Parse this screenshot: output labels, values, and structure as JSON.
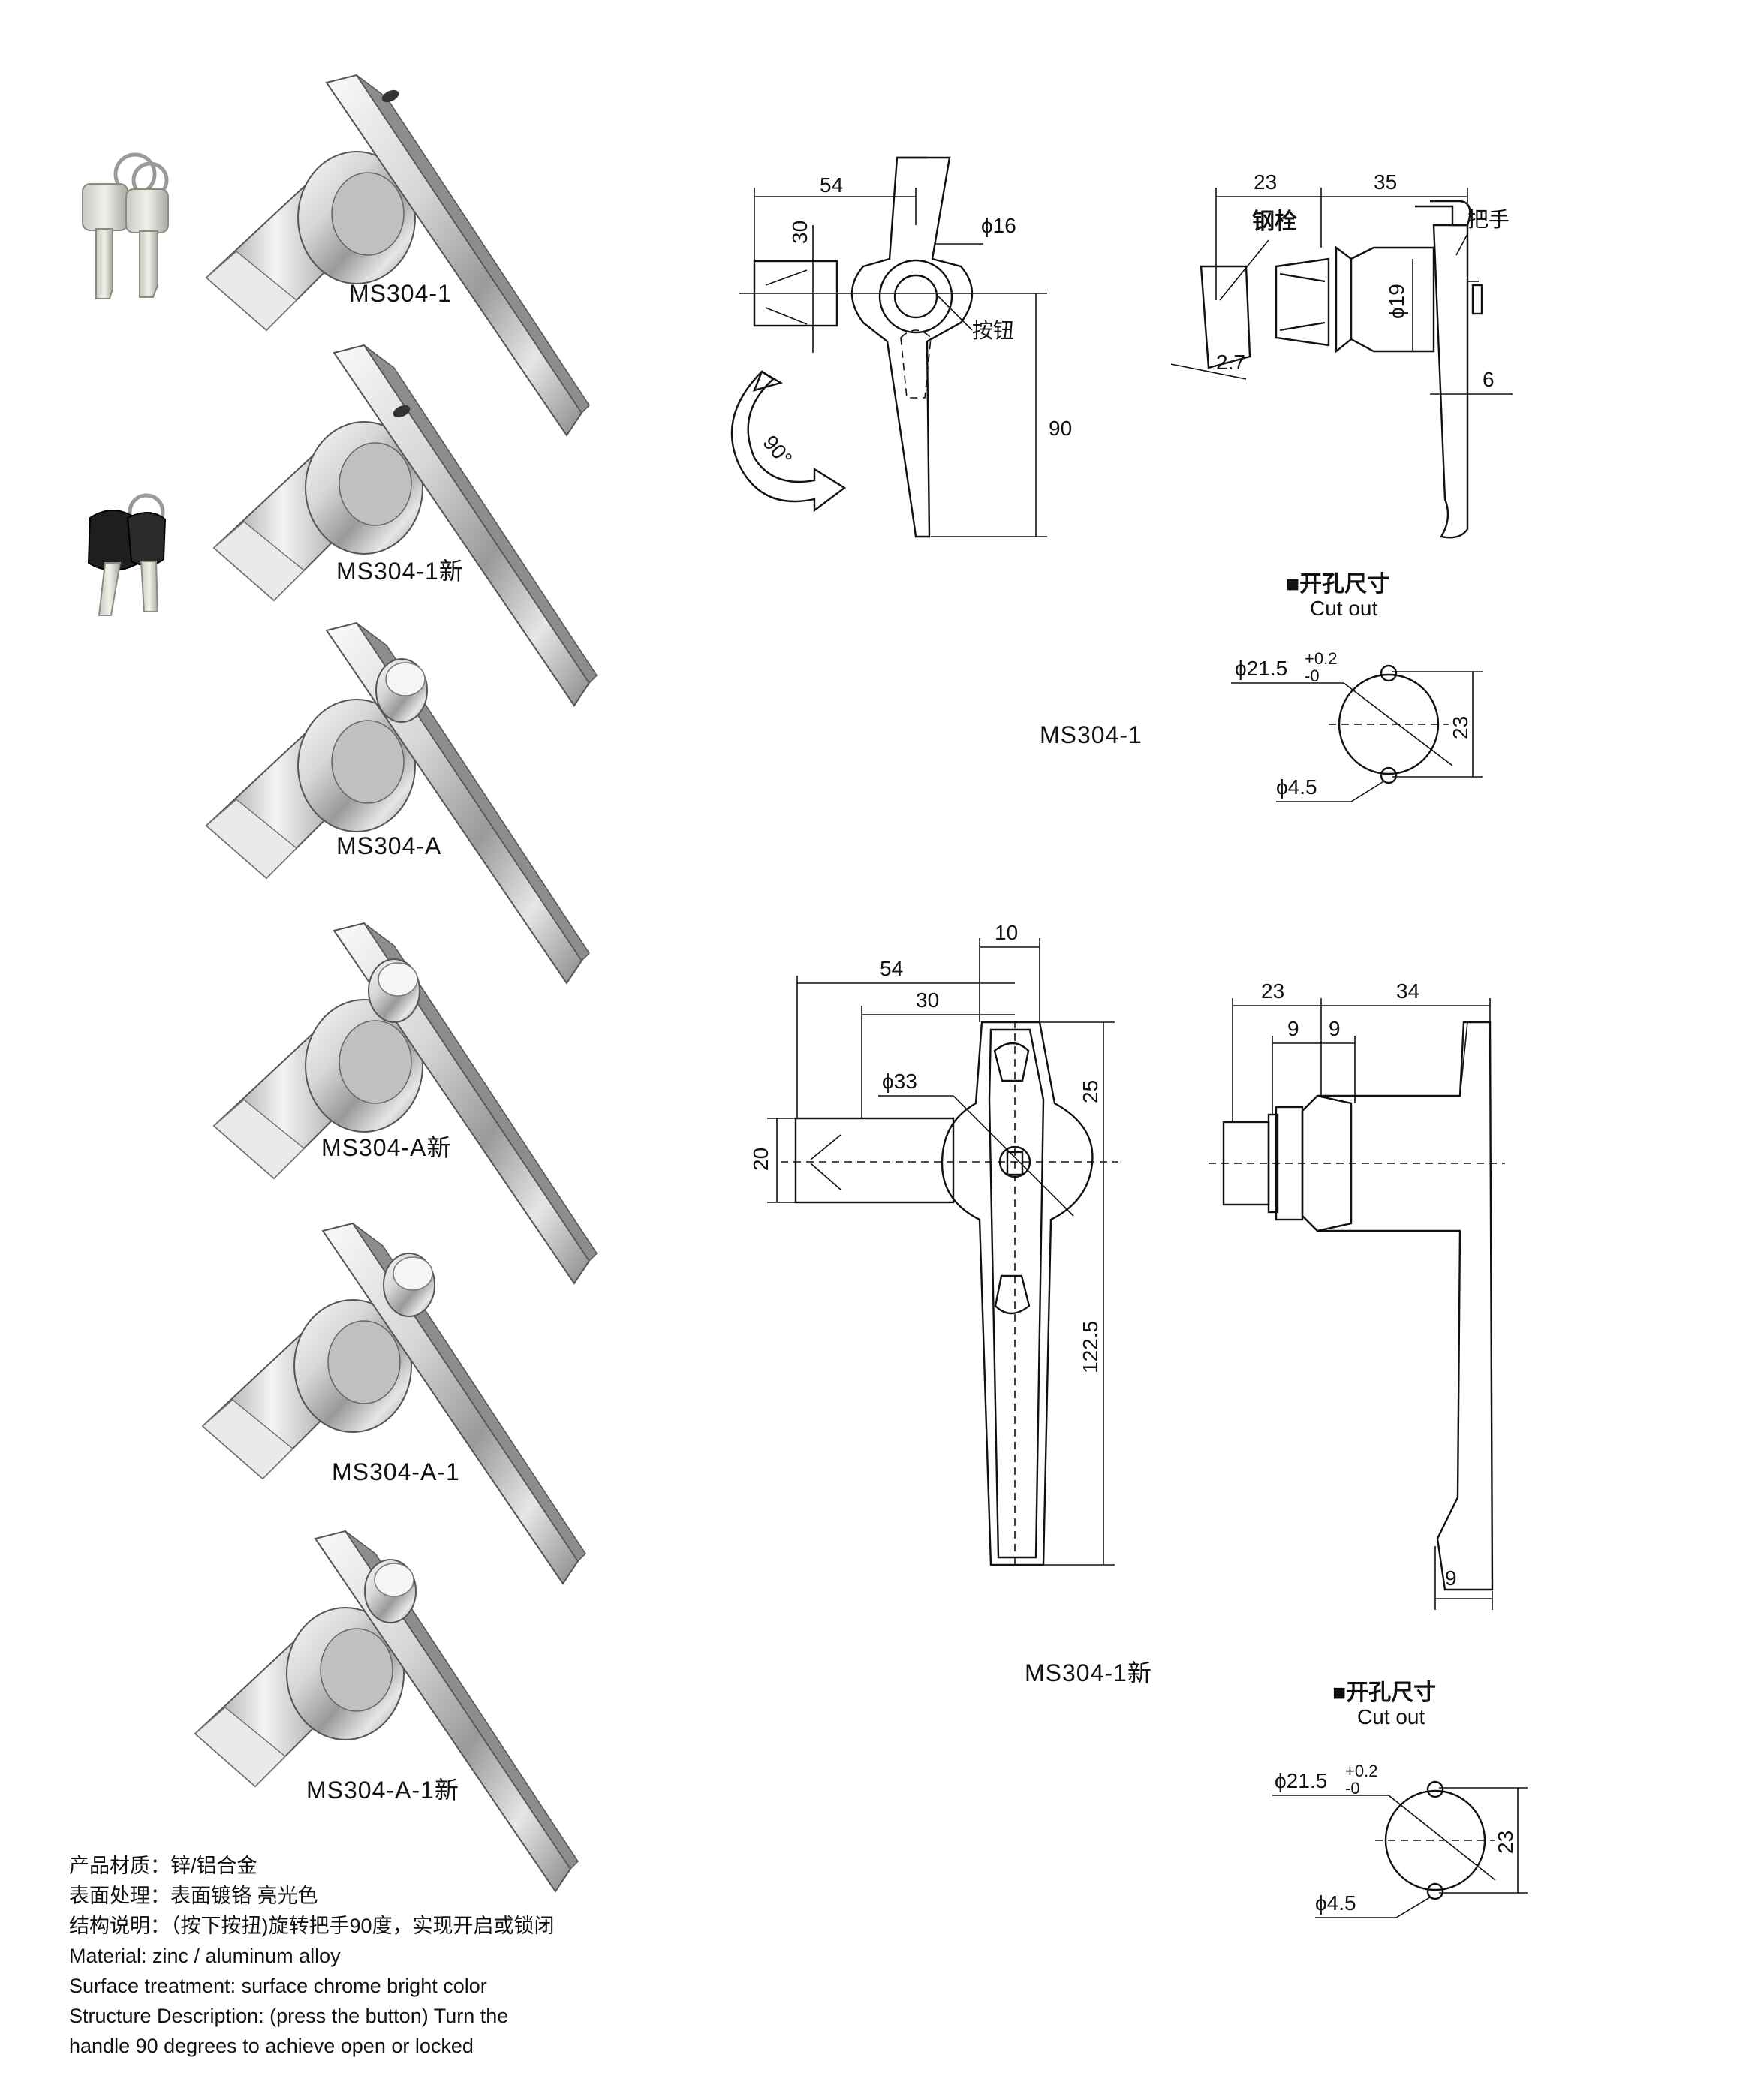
{
  "products": [
    {
      "model": "MS304-1"
    },
    {
      "model": "MS304-1新"
    },
    {
      "model": "MS304-A"
    },
    {
      "model": "MS304-A新"
    },
    {
      "model": "MS304-A-1"
    },
    {
      "model": "MS304-A-1新"
    }
  ],
  "diagram1": {
    "model": "MS304-1",
    "front": {
      "d54": "54",
      "d30": "30",
      "phi16": "ϕ16",
      "button": "按钮",
      "d90": "90",
      "angle": "90°"
    },
    "side": {
      "d23": "23",
      "d35": "35",
      "steel_pin": "钢栓",
      "handle": "把手",
      "phi19": "ϕ19",
      "d27": "2.7",
      "d6": "6"
    },
    "cutout": {
      "title_cn": "■开孔尺寸",
      "title_en": "Cut out",
      "dia": "ϕ21.5",
      "tol_plus": "+0.2",
      "tol_minus": "-0",
      "hole": "ϕ4.5",
      "d23": "23"
    }
  },
  "diagram2": {
    "model": "MS304-1新",
    "front": {
      "d10": "10",
      "d54": "54",
      "d30": "30",
      "phi33": "ϕ33",
      "d25": "25",
      "d20": "20",
      "d1225": "122.5"
    },
    "side": {
      "d23": "23",
      "d34": "34",
      "d9a": "9",
      "d9b": "9",
      "d9c": "9"
    },
    "cutout": {
      "title_cn": "■开孔尺寸",
      "title_en": "Cut out",
      "dia": "ϕ21.5",
      "tol_plus": "+0.2",
      "tol_minus": "-0",
      "hole": "ϕ4.5",
      "d23": "23"
    }
  },
  "notes": [
    "产品材质：锌/铝合金",
    "表面处理：表面镀铬 亮光色",
    "结构说明：（按下按扭)旋转把手90度，实现开启或锁闭",
    "Material: zinc / aluminum alloy",
    "Surface treatment: surface chrome bright color",
    "Structure Description: (press the button) Turn the",
    "handle 90 degrees to achieve open or locked"
  ],
  "colors": {
    "line": "#111111",
    "metal_light": "#f2f2f2",
    "metal_mid": "#c8c8c8",
    "metal_dark": "#7a7a7a"
  }
}
